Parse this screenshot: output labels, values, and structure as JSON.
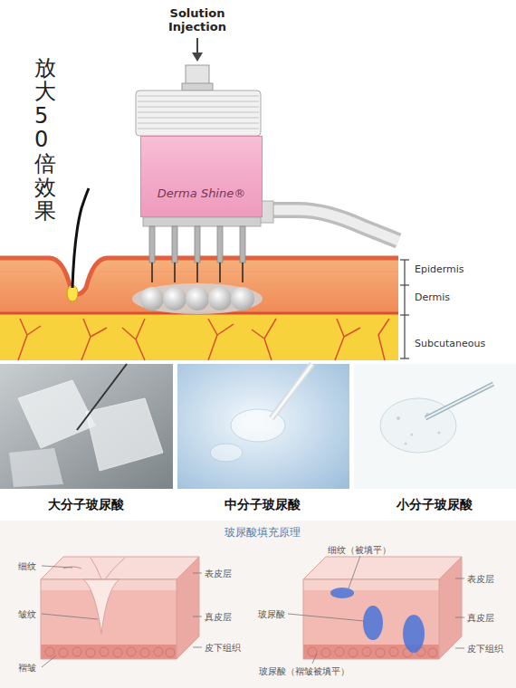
{
  "diagram": {
    "nodes": [
      {
        "text": [
          "Derma Shine®"
        ]
      }
    ],
    "labels": [
      "Solution Injection",
      "放大50倍效果",
      "Epidermis",
      "Dermis",
      "Subcutaneous",
      "大分子玻尿酸",
      "中分子玻尿酸",
      "小分子玻尿酸",
      "玻尿酸填充原理",
      "细纹",
      "表皮层",
      "皱纹",
      "真皮层",
      "褶皱",
      "皮下组织",
      "细纹（被填平）",
      "表皮层",
      "玻尿酸",
      "真皮层",
      "皮下组织",
      "玻尿酸（褶皱被填平）"
    ]
  }
}
